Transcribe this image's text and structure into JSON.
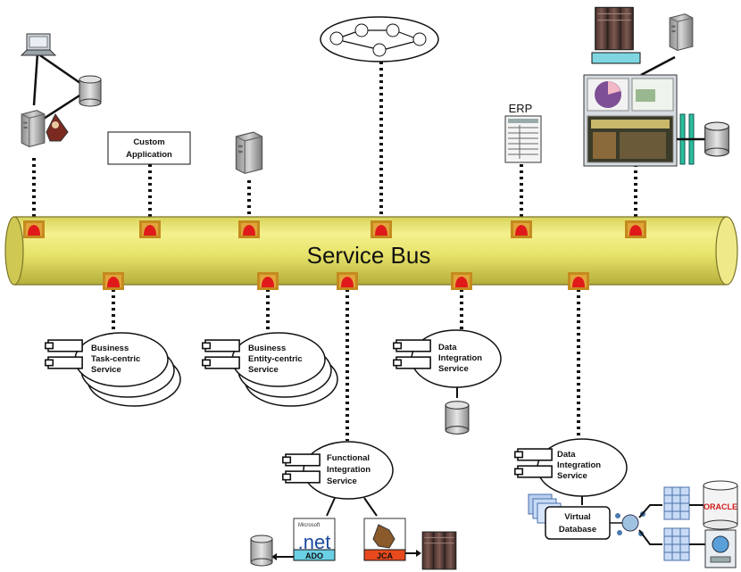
{
  "bus": {
    "title": "Service Bus",
    "colors": {
      "fill": "#e8e46a",
      "shade": "#c9c24a",
      "outline": "#7a7428",
      "port": "#e01a1a",
      "port_frame": "#c58a1e"
    }
  },
  "consumers": {
    "custom_app": {
      "line1": "Custom",
      "line2": "Application"
    },
    "erp": {
      "label": "ERP"
    }
  },
  "services": {
    "task": {
      "line1": "Business",
      "line2": "Task-centric",
      "line3": "Service"
    },
    "entity": {
      "line1": "Business",
      "line2": "Entity-centric",
      "line3": "Service"
    },
    "data1": {
      "line1": "Data",
      "line2": "Integration",
      "line3": "Service"
    },
    "functional": {
      "line1": "Functional",
      "line2": "Integration",
      "line3": "Service"
    },
    "data2": {
      "line1": "Data",
      "line2": "Integration",
      "line3": "Service"
    }
  },
  "backends": {
    "net": {
      "brand": "Microsoft",
      "logo": ".net",
      "tag": "ADO"
    },
    "jca": {
      "tag": "JCA"
    },
    "virtual_db": {
      "line1": "Virtual",
      "line2": "Database"
    },
    "oracle": {
      "label": "ORACLE"
    }
  },
  "icons": [
    "laptop-icon",
    "server-icon",
    "database-icon",
    "workflow-icon",
    "dashboard-icon",
    "component-icon"
  ]
}
